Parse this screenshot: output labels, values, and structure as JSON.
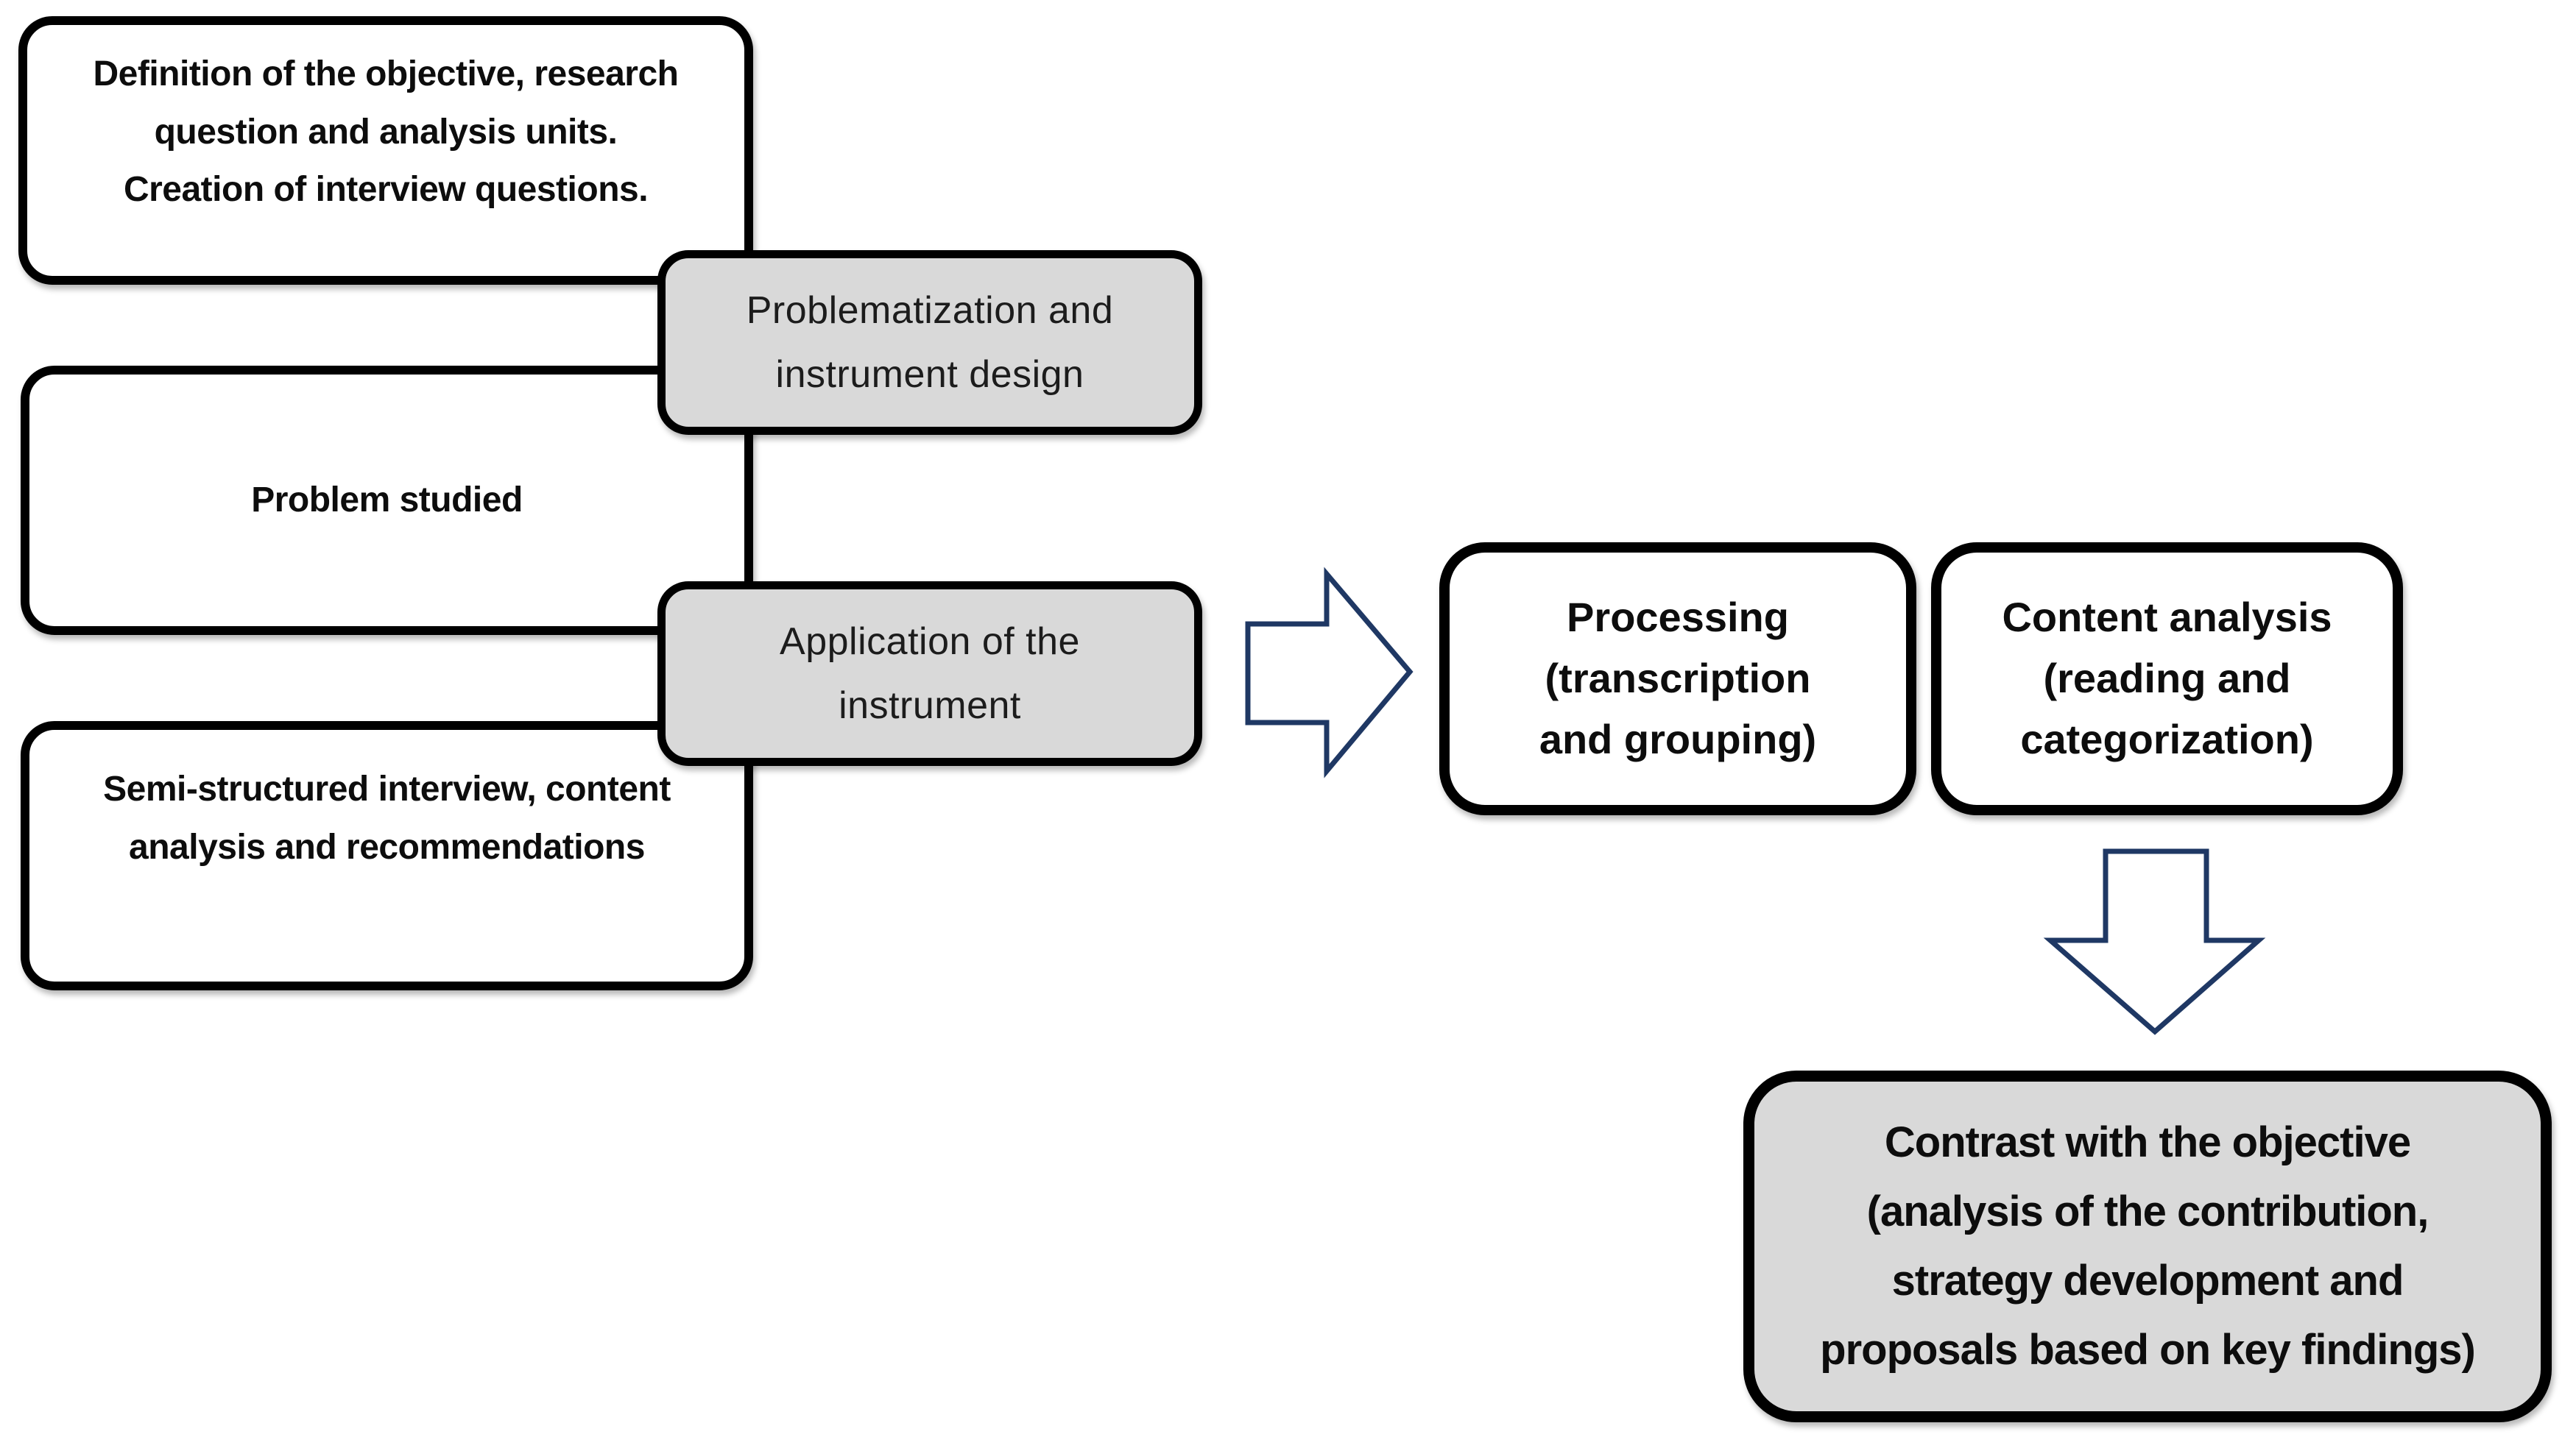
{
  "figure": {
    "type": "flowchart",
    "background": "#ffffff"
  },
  "boxes": {
    "definition": "Definition of the objective, research\nquestion and analysis units.\nCreation of interview questions.",
    "problem_studied": "Problem studied",
    "semi_structured": "Semi-structured interview, content\nanalysis and recommendations",
    "problematization": "Problematization and\ninstrument design",
    "application": "Application of the\ninstrument",
    "processing": "Processing\n(transcription\nand grouping)",
    "content_analysis": "Content analysis\n(reading and\ncategorization)",
    "contrast": "Contrast with the objective\n(analysis of the contribution,\nstrategy development and\nproposals based on key findings)"
  },
  "icons": {
    "right_arrow": "right-block-arrow",
    "down_arrow": "down-block-arrow"
  },
  "colors": {
    "box_fill_white": "#ffffff",
    "box_fill_gray": "#d9d9d9",
    "box_border": "#000000",
    "arrow_outline": "#1f3864",
    "arrow_fill": "#ffffff",
    "text_primary": "#0d0d0d"
  }
}
